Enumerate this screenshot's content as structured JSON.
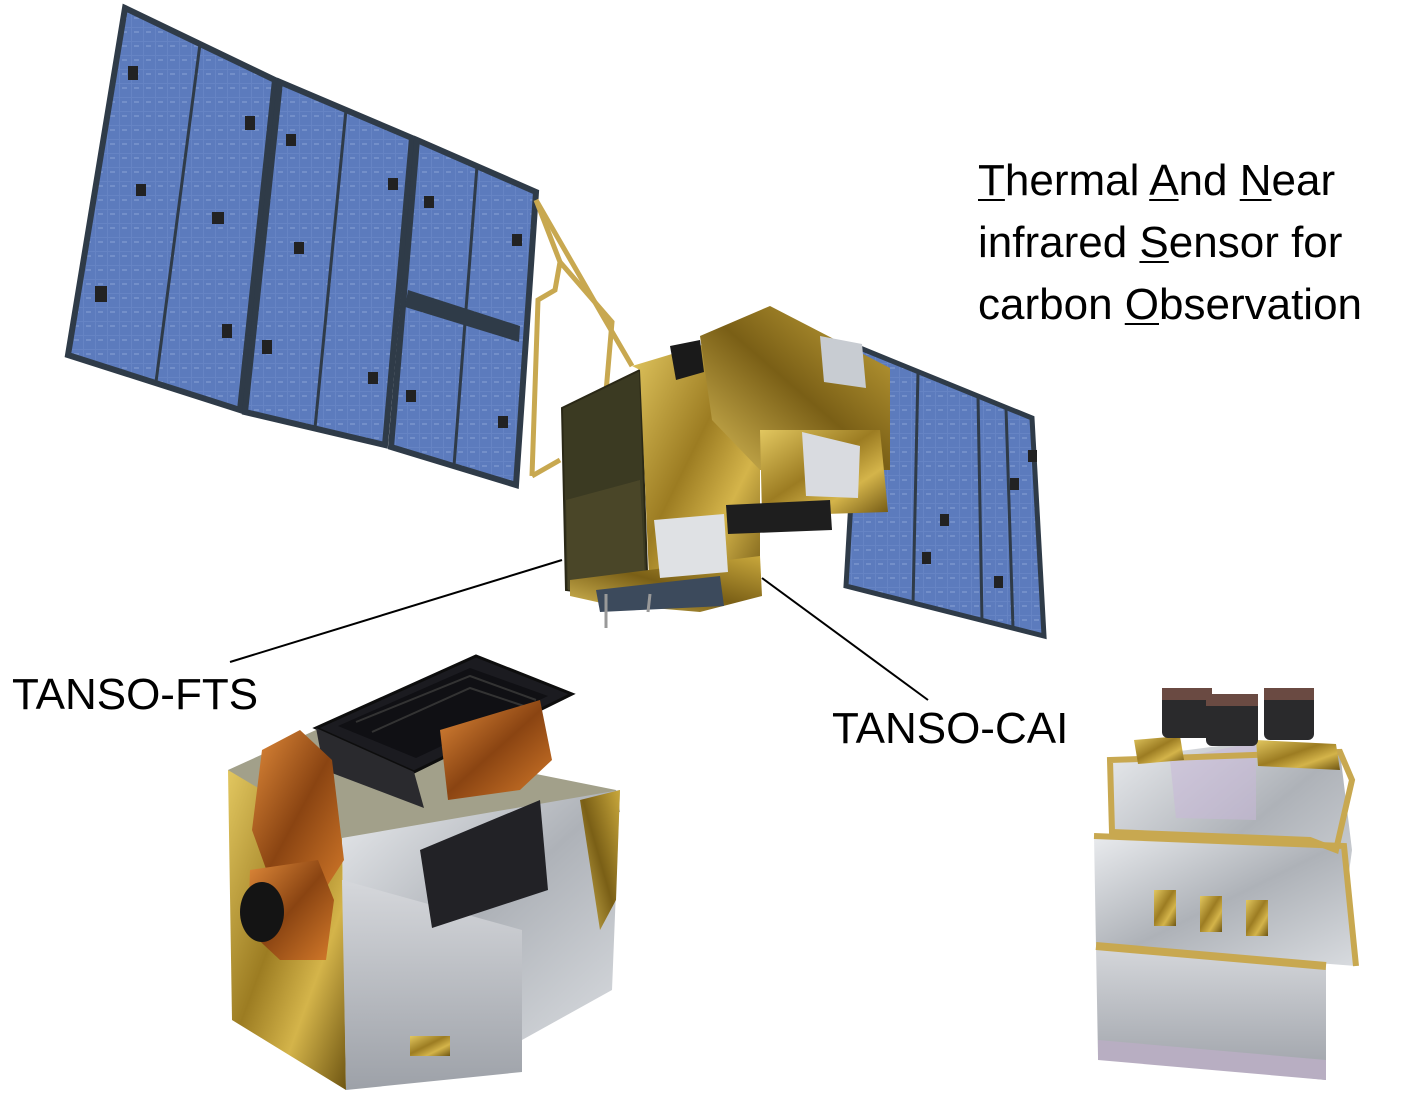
{
  "acronym": {
    "line1": [
      {
        "u": "T",
        "t": "hermal "
      },
      {
        "u": "A",
        "t": "nd "
      },
      {
        "u": "N",
        "t": "ear"
      }
    ],
    "line2": [
      {
        "u": "",
        "t": "infrared "
      },
      {
        "u": "S",
        "t": "ensor for"
      }
    ],
    "line3": [
      {
        "u": "",
        "t": "carbon "
      },
      {
        "u": "O",
        "t": "bservation"
      }
    ]
  },
  "labels": {
    "fts": "TANSO-FTS",
    "cai": "TANSO-CAI"
  },
  "colors": {
    "panel_blue": "#5f7fbf",
    "panel_frame": "#2f3b48",
    "gold_foil": "#b8962e",
    "copper_foil": "#b8621e",
    "silver": "#c9ccd0",
    "leader_line": "#000000"
  }
}
